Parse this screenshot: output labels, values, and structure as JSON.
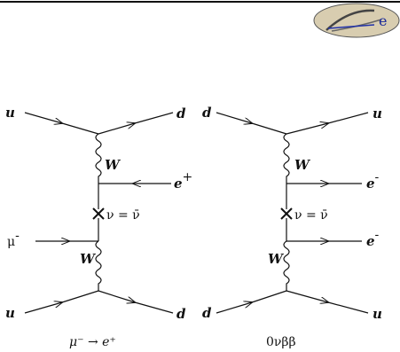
{
  "logo": {
    "letter": "e"
  },
  "left": {
    "labels": {
      "in_top": "u",
      "out_top": "d",
      "boson_upper": "W",
      "lepton_out": "e",
      "lepton_out_charge": "+",
      "neutrino": "ν = ν̄",
      "lepton_in": "μ",
      "lepton_in_charge": "-",
      "boson_lower": "W",
      "in_bottom": "u",
      "out_bottom": "d"
    },
    "caption": "μ⁻ → e⁺"
  },
  "right": {
    "labels": {
      "in_top": "d",
      "out_top": "u",
      "boson_upper": "W",
      "lepton_out_1": "e",
      "lepton_out_1_charge": "-",
      "neutrino": "ν = ν̄",
      "lepton_out_2": "e",
      "lepton_out_2_charge": "-",
      "boson_lower": "W",
      "in_bottom": "d",
      "out_bottom": "u"
    },
    "caption": "0νββ"
  }
}
